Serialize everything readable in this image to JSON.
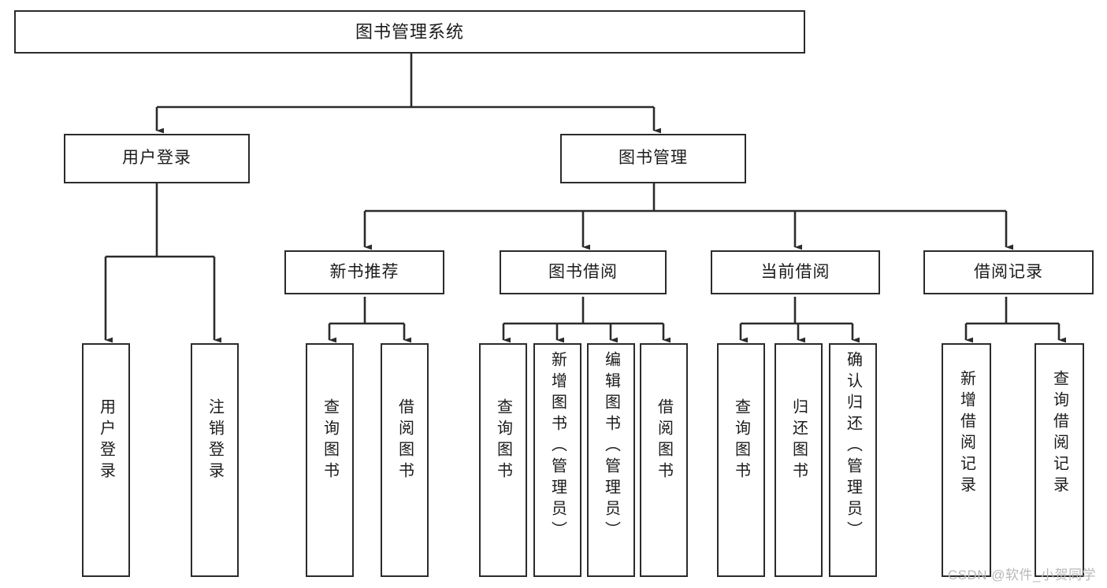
{
  "diagram": {
    "title": "图书管理系统",
    "type": "tree-hierarchy-chart",
    "colors": {
      "stroke": "#2b2b2b",
      "fill": "#ffffff",
      "text": "#1b1b1b",
      "watermark": "#b9b9b9"
    },
    "nodes": {
      "root": {
        "label": "图书管理系统",
        "level": 1,
        "orientation": "horizontal"
      },
      "user_login": {
        "label": "用户登录",
        "level": 2,
        "orientation": "horizontal"
      },
      "book_manage": {
        "label": "图书管理",
        "level": 2,
        "orientation": "horizontal"
      },
      "new_book_rec": {
        "label": "新书推荐",
        "level": 3,
        "orientation": "horizontal"
      },
      "book_borrow": {
        "label": "图书借阅",
        "level": 3,
        "orientation": "horizontal"
      },
      "current_borrow": {
        "label": "当前借阅",
        "level": 3,
        "orientation": "horizontal"
      },
      "borrow_record": {
        "label": "借阅记录",
        "level": 3,
        "orientation": "horizontal"
      },
      "leaf_user_login": {
        "label": "用户登录",
        "level": 4,
        "orientation": "vertical"
      },
      "leaf_logout": {
        "label": "注销登录",
        "level": 4,
        "orientation": "vertical"
      },
      "leaf_query_book_a": {
        "label": "查询图书",
        "level": 4,
        "orientation": "vertical"
      },
      "leaf_borrow_book_a": {
        "label": "借阅图书",
        "level": 4,
        "orientation": "vertical"
      },
      "leaf_query_book_b": {
        "label": "查询图书",
        "level": 4,
        "orientation": "vertical"
      },
      "leaf_add_book": {
        "label": "新增图书（管理员）",
        "level": 4,
        "orientation": "vertical"
      },
      "leaf_edit_book": {
        "label": "编辑图书（管理员）",
        "level": 4,
        "orientation": "vertical"
      },
      "leaf_borrow_book_b": {
        "label": "借阅图书",
        "level": 4,
        "orientation": "vertical"
      },
      "leaf_query_book_c": {
        "label": "查询图书",
        "level": 4,
        "orientation": "vertical"
      },
      "leaf_return_book": {
        "label": "归还图书",
        "level": 4,
        "orientation": "vertical"
      },
      "leaf_confirm_return": {
        "label": "确认归还（管理员）",
        "level": 4,
        "orientation": "vertical"
      },
      "leaf_add_record": {
        "label": "新增借阅记录",
        "level": 4,
        "orientation": "vertical"
      },
      "leaf_query_record": {
        "label": "查询借阅记录",
        "level": 4,
        "orientation": "vertical"
      }
    },
    "edges": [
      {
        "from": "root",
        "to": "user_login"
      },
      {
        "from": "root",
        "to": "book_manage"
      },
      {
        "from": "user_login",
        "to": "leaf_user_login"
      },
      {
        "from": "user_login",
        "to": "leaf_logout"
      },
      {
        "from": "book_manage",
        "to": "new_book_rec"
      },
      {
        "from": "book_manage",
        "to": "book_borrow"
      },
      {
        "from": "book_manage",
        "to": "current_borrow"
      },
      {
        "from": "book_manage",
        "to": "borrow_record"
      },
      {
        "from": "new_book_rec",
        "to": "leaf_query_book_a"
      },
      {
        "from": "new_book_rec",
        "to": "leaf_borrow_book_a"
      },
      {
        "from": "book_borrow",
        "to": "leaf_query_book_b"
      },
      {
        "from": "book_borrow",
        "to": "leaf_add_book"
      },
      {
        "from": "book_borrow",
        "to": "leaf_edit_book"
      },
      {
        "from": "book_borrow",
        "to": "leaf_borrow_book_b"
      },
      {
        "from": "current_borrow",
        "to": "leaf_query_book_c"
      },
      {
        "from": "current_borrow",
        "to": "leaf_return_book"
      },
      {
        "from": "current_borrow",
        "to": "leaf_confirm_return"
      },
      {
        "from": "borrow_record",
        "to": "leaf_add_record"
      },
      {
        "from": "borrow_record",
        "to": "leaf_query_record"
      }
    ]
  },
  "watermark": {
    "text": "CSDN @软件_小贺同学"
  }
}
